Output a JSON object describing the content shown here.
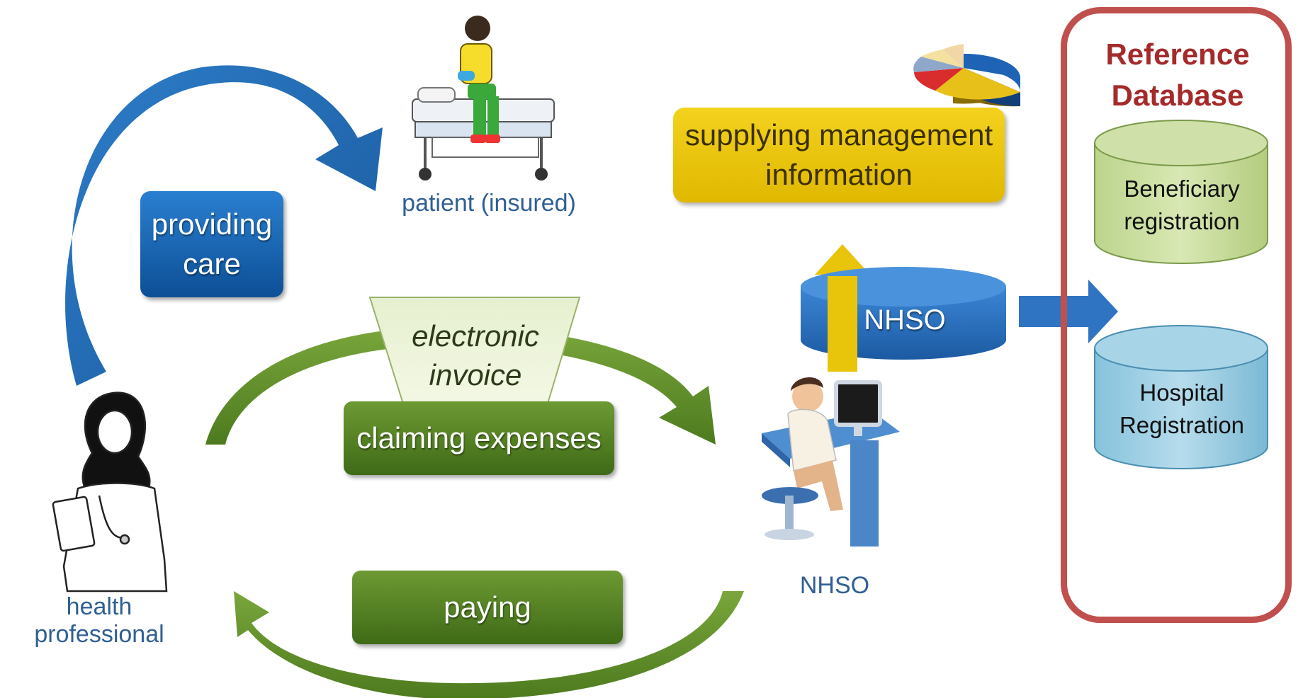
{
  "labels": {
    "providing_care": "providing\ncare",
    "patient": "patient (insured)",
    "health_professional": "health professional",
    "claiming_expenses": "claiming expenses",
    "electronic_invoice": "electronic\ninvoice",
    "paying": "paying",
    "supplying_info": "supplying management\ninformation",
    "nhso_db": "NHSO",
    "nhso_person": "NHSO"
  },
  "reference_database": {
    "title": "Reference\nDatabase",
    "beneficiary": "Beneficiary\nregistration",
    "hospital": "Hospital\nRegistration"
  },
  "colors": {
    "blue": "#1f6fbf",
    "green": "#5a8a2a",
    "yellow": "#e8c40a",
    "ref_border": "#c0504d",
    "caption_text": "#2f5f94"
  },
  "icons": [
    "patient-on-bed-icon",
    "doctor-icon",
    "office-worker-icon",
    "pie-chart-icon",
    "database-cylinder-icon"
  ]
}
